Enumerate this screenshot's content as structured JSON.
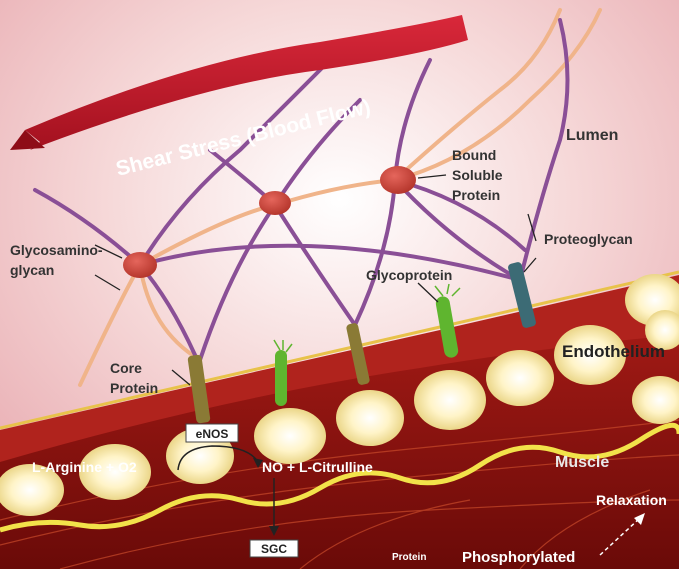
{
  "banner": "Shear Stress (Blood Flow)",
  "labels": {
    "lumen": "Lumen",
    "bound_soluble_protein": [
      "Bound",
      "Soluble",
      "Protein"
    ],
    "glycosaminoglycan": [
      "Glycosamino-",
      "glycan"
    ],
    "proteoglycan": "Proteoglycan",
    "glycoprotein": "Glycoprotein",
    "endothelium": "Endothelium",
    "core_protein": [
      "Core",
      "Protein"
    ],
    "muscle": "Muscle",
    "relaxation": "Relaxation",
    "phosphorylated": "Phosphorylated",
    "protein_small": "Protein"
  },
  "pathway": {
    "enzyme": "eNOS",
    "substrate": "L-Arginine + O2",
    "product": "NO + L-Citrulline",
    "target": "SGC"
  },
  "colors": {
    "lumen_bg": "#f3c9c9",
    "banner_red": "#c8182a",
    "fiber_purple": "#8a4f96",
    "gag_orange": "#f0b48a",
    "protein_blob": "#c7443a",
    "cell_yellow": "#f4e6a6",
    "endothelium_red": "#b0231d",
    "muscle_dark": "#7a0f0c",
    "glycoprotein_green": "#5fb52f",
    "core_protein_olive": "#8a7a35",
    "proteoglycan_teal": "#3c6b75"
  }
}
